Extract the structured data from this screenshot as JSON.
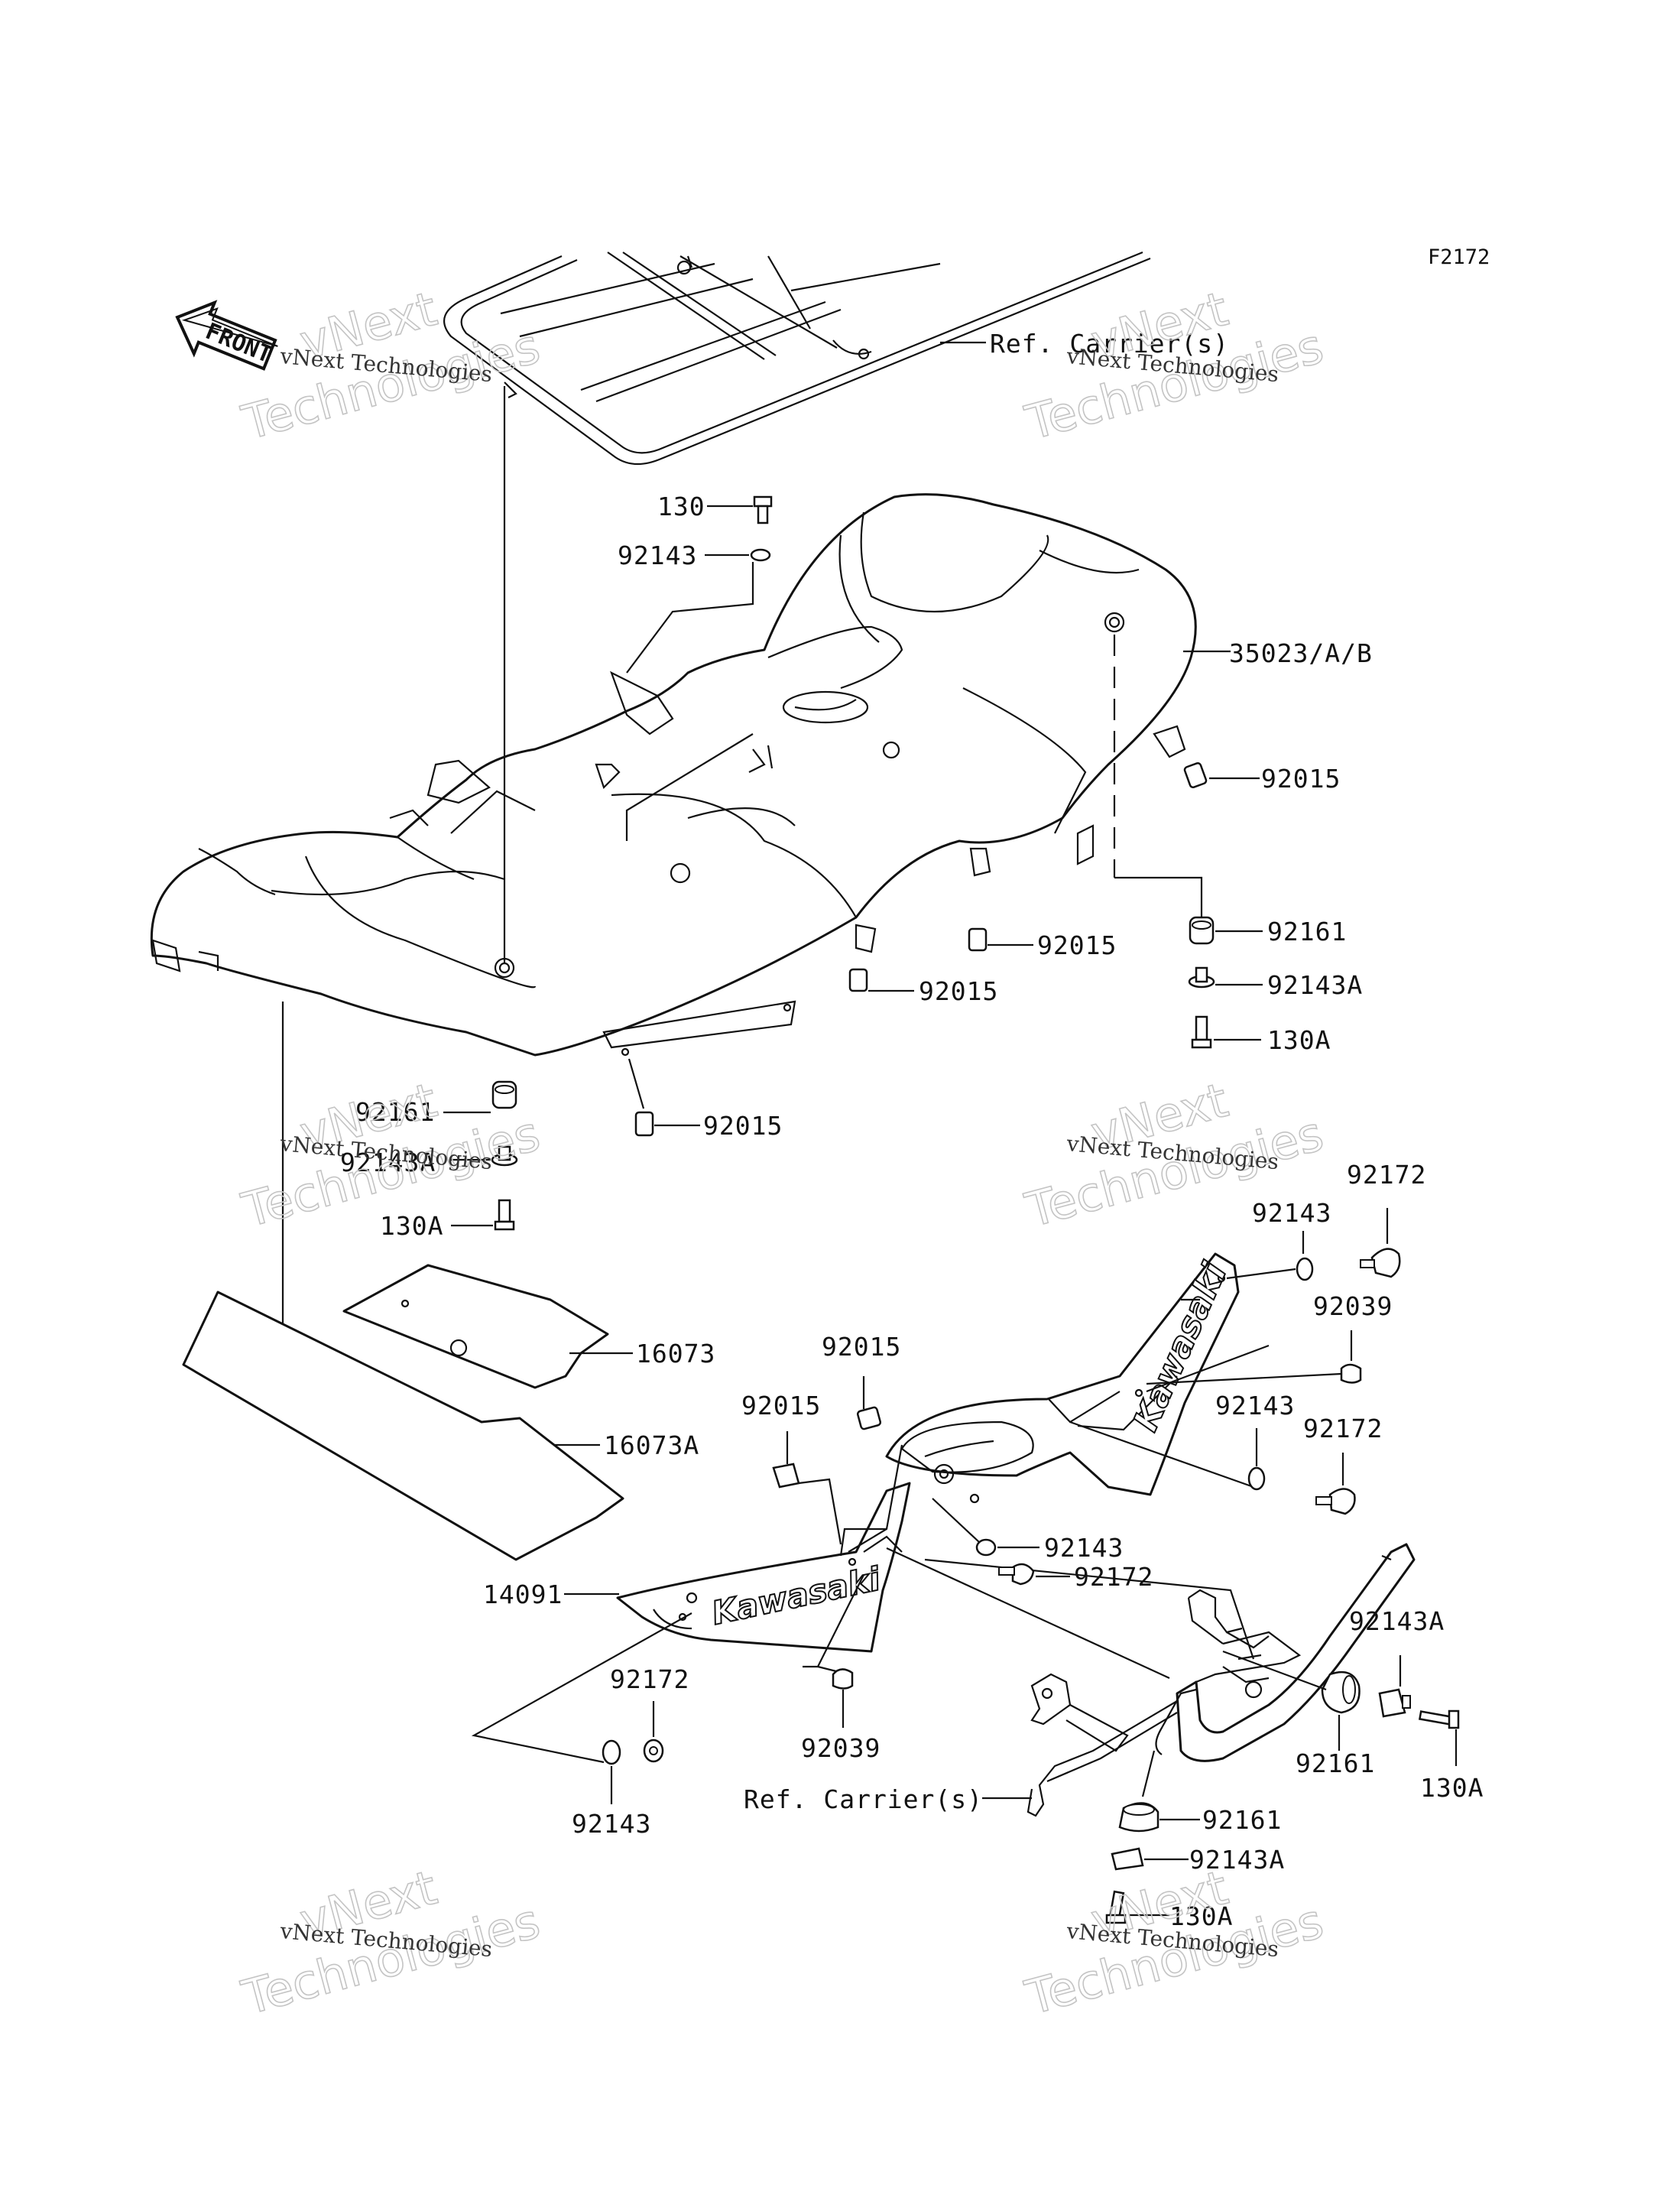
{
  "figure_code": "F2172",
  "front_arrow_label": "FRONT",
  "brand_decal_text": "Kawasaki",
  "watermark": {
    "line": "vNext Technologies",
    "ghost_top": "vNext",
    "ghost_bottom": "Technologies"
  },
  "parts": {
    "ref_carrier_top": "Ref. Carrier(s)",
    "p130_top": "130",
    "p92143_top": "92143",
    "p35023": "35023/A/B",
    "p92015_right": "92015",
    "p92015_mid": "92015",
    "p92015_left": "92015",
    "p92015_bottom": "92015",
    "p92161_right": "92161",
    "p92143A_right": "92143A",
    "p130A_right": "130A",
    "p92161_left": "92161",
    "p92143A_left": "92143A",
    "p130A_left": "130A",
    "p16073": "16073",
    "p16073A": "16073A",
    "p92143_rs_top": "92143",
    "p92172_rs_top": "92172",
    "p92039_rs": "92039",
    "p92143_rs_mid": "92143",
    "p92172_rs_mid": "92172",
    "p92015_lower_a": "92015",
    "p92015_lower_b": "92015",
    "p92143_center": "92143",
    "p92172_center": "92172",
    "p14091": "14091",
    "p92172_lower": "92172",
    "p92143_lower": "92143",
    "p92039_lower": "92039",
    "ref_carrier_bottom": "Ref. Carrier(s)",
    "p92143A_br": "92143A",
    "p92161_br": "92161",
    "p130A_br": "130A",
    "p92161_bc": "92161",
    "p92143A_bc": "92143A",
    "p130A_bc": "130A"
  }
}
